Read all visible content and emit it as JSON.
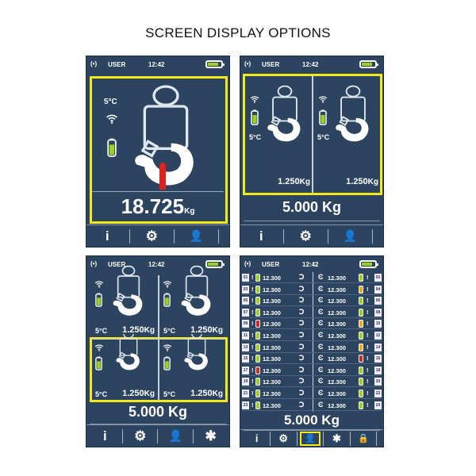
{
  "title": "SCREEN DISPLAY OPTIONS",
  "status": {
    "signal_icon": "(•)",
    "user": "USER",
    "time": "12:42"
  },
  "colors": {
    "screen": "#2d4460",
    "highlight": "#f2ea1d",
    "battery_green": "#9ad21d",
    "battery_orange": "#f4a81c",
    "battery_red": "#d7261e",
    "load_red": "#e0201b"
  },
  "screen1": {
    "temp": "5°C",
    "weight": "18.725",
    "unit": "Kg"
  },
  "screen2": {
    "cells": [
      {
        "temp": "5°C",
        "weight": "1.250",
        "unit": "Kg"
      },
      {
        "temp": "5°C",
        "weight": "1.250",
        "unit": "Kg"
      }
    ],
    "total": "5.000 Kg"
  },
  "screen3": {
    "cells": [
      {
        "temp": "5°C",
        "weight": "1.250",
        "unit": "Kg"
      },
      {
        "temp": "5°C",
        "weight": "1.250",
        "unit": "Kg"
      },
      {
        "temp": "5°C",
        "weight": "1.250",
        "unit": "Kg"
      },
      {
        "temp": "5°C",
        "weight": "1.250",
        "unit": "Kg"
      }
    ],
    "total": "5.000 Kg"
  },
  "screen4": {
    "total": "5.000 Kg",
    "rows": [
      {
        "l": {
          "id": "01",
          "v": "12.300",
          "b": "green"
        },
        "r": {
          "id": "02",
          "v": "12.300",
          "b": "green"
        }
      },
      {
        "l": {
          "id": "03",
          "v": "12.300",
          "b": "green"
        },
        "r": {
          "id": "04",
          "v": "12.300",
          "b": "orange"
        }
      },
      {
        "l": {
          "id": "05",
          "v": "12.300",
          "b": "green"
        },
        "r": {
          "id": "06",
          "v": "12.300",
          "b": "green"
        }
      },
      {
        "l": {
          "id": "07",
          "v": "12.300",
          "b": "green"
        },
        "r": {
          "id": "08",
          "v": "12.300",
          "b": "green"
        }
      },
      {
        "l": {
          "id": "09",
          "v": "12.300",
          "b": "red"
        },
        "r": {
          "id": "10",
          "v": "12.300",
          "b": "orange"
        }
      },
      {
        "l": {
          "id": "11",
          "v": "12.300",
          "b": "green"
        },
        "r": {
          "id": "12",
          "v": "12.300",
          "b": "green"
        }
      },
      {
        "l": {
          "id": "13",
          "v": "12.300",
          "b": "green"
        },
        "r": {
          "id": "14",
          "v": "12.300",
          "b": "orange"
        }
      },
      {
        "l": {
          "id": "15",
          "v": "12.300",
          "b": "green"
        },
        "r": {
          "id": "16",
          "v": "12.300",
          "b": "red"
        }
      },
      {
        "l": {
          "id": "17",
          "v": "12.300",
          "b": "red"
        },
        "r": {
          "id": "18",
          "v": "12.300",
          "b": "green"
        }
      },
      {
        "l": {
          "id": "19",
          "v": "12.300",
          "b": "green"
        },
        "r": {
          "id": "20",
          "v": "12.300",
          "b": "green"
        }
      },
      {
        "l": {
          "id": "21",
          "v": "12.300",
          "b": "green"
        },
        "r": {
          "id": "22",
          "v": "12.300",
          "b": "green"
        }
      },
      {
        "l": {
          "id": "23",
          "v": "12.300",
          "b": "green"
        },
        "r": {
          "id": "24",
          "v": "12.300",
          "b": "green"
        }
      }
    ]
  },
  "nav": {
    "info": "i",
    "settings": "⚙",
    "user": "👤",
    "bluetooth": "✱",
    "lock": "🔒"
  }
}
